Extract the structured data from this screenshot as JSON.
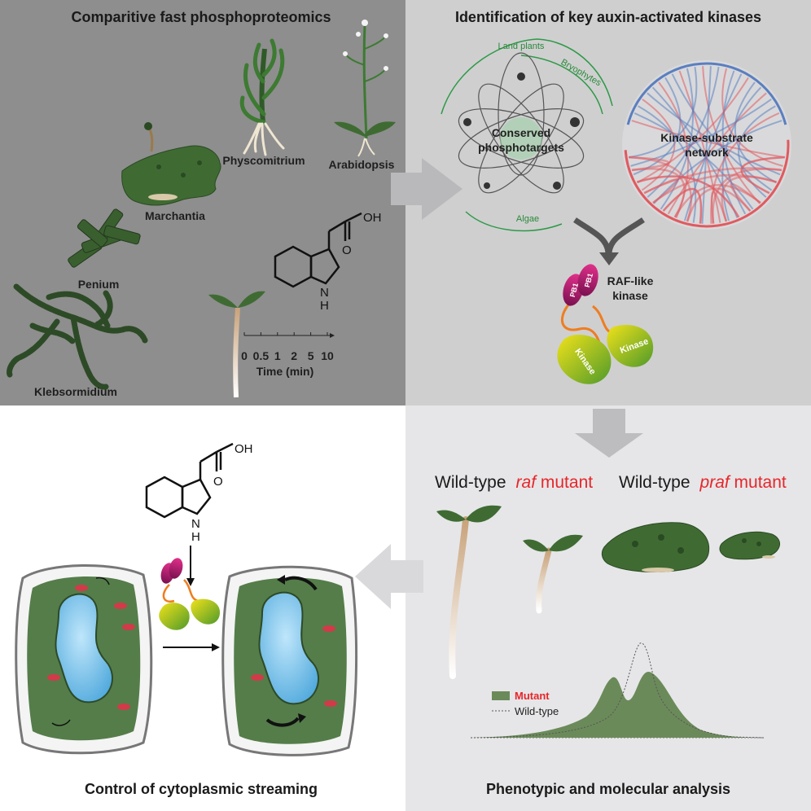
{
  "quadrants": {
    "top_left": {
      "title": "Comparitive fast phosphoproteomics"
    },
    "top_right": {
      "title": "Identification of key auxin-activated kinases"
    },
    "bottom_left": {
      "title": "Control of cytoplasmic streaming"
    },
    "bottom_right": {
      "title": "Phenotypic and molecular analysis"
    }
  },
  "species": {
    "klebsormidium": "Klebsormidium",
    "penium": "Penium",
    "marchantia": "Marchantia",
    "physcomitrium": "Physcomitrium",
    "arabidopsis": "Arabidopsis"
  },
  "molecule": {
    "oh": "OH",
    "o": "O",
    "nh": "N",
    "h": "H"
  },
  "timeline": {
    "ticks": [
      "0",
      "0.5",
      "1",
      "2",
      "5",
      "10"
    ],
    "label": "Time (min)"
  },
  "venn": {
    "land_plants": "Land plants",
    "bryophytes": "Bryophytes",
    "algae": "Algae",
    "center_line1": "Conserved",
    "center_line2": "phosphotargets"
  },
  "network": {
    "line1": "Kinase-substrate",
    "line2": "network"
  },
  "kinase": {
    "name_line1": "RAF-like",
    "name_line2": "kinase",
    "pb1_a": "PB1",
    "pb1_b": "PB1",
    "domain_a": "Kinase",
    "domain_b": "Kinase"
  },
  "genotypes": {
    "wt1": "Wild-type",
    "raf_italic": "raf",
    "raf_rest": " mutant",
    "wt2": "Wild-type",
    "praf_italic": "praf",
    "praf_rest": " mutant"
  },
  "legend": {
    "mutant": "Mutant",
    "wildtype": "Wild-type"
  },
  "colors": {
    "top_left_bg": "#8e8e8e",
    "top_right_bg": "#cfcfd0",
    "bottom_right_bg": "#e6e6e8",
    "plant_green": "#3f6b33",
    "mutant_fill": "#6b8a5a",
    "accent_red": "#e8262a",
    "network_blue": "#5a7fc0",
    "network_red": "#e05a5f",
    "venn_green": "#2e9a46",
    "vacuole_blue": "#7fc6ee"
  }
}
